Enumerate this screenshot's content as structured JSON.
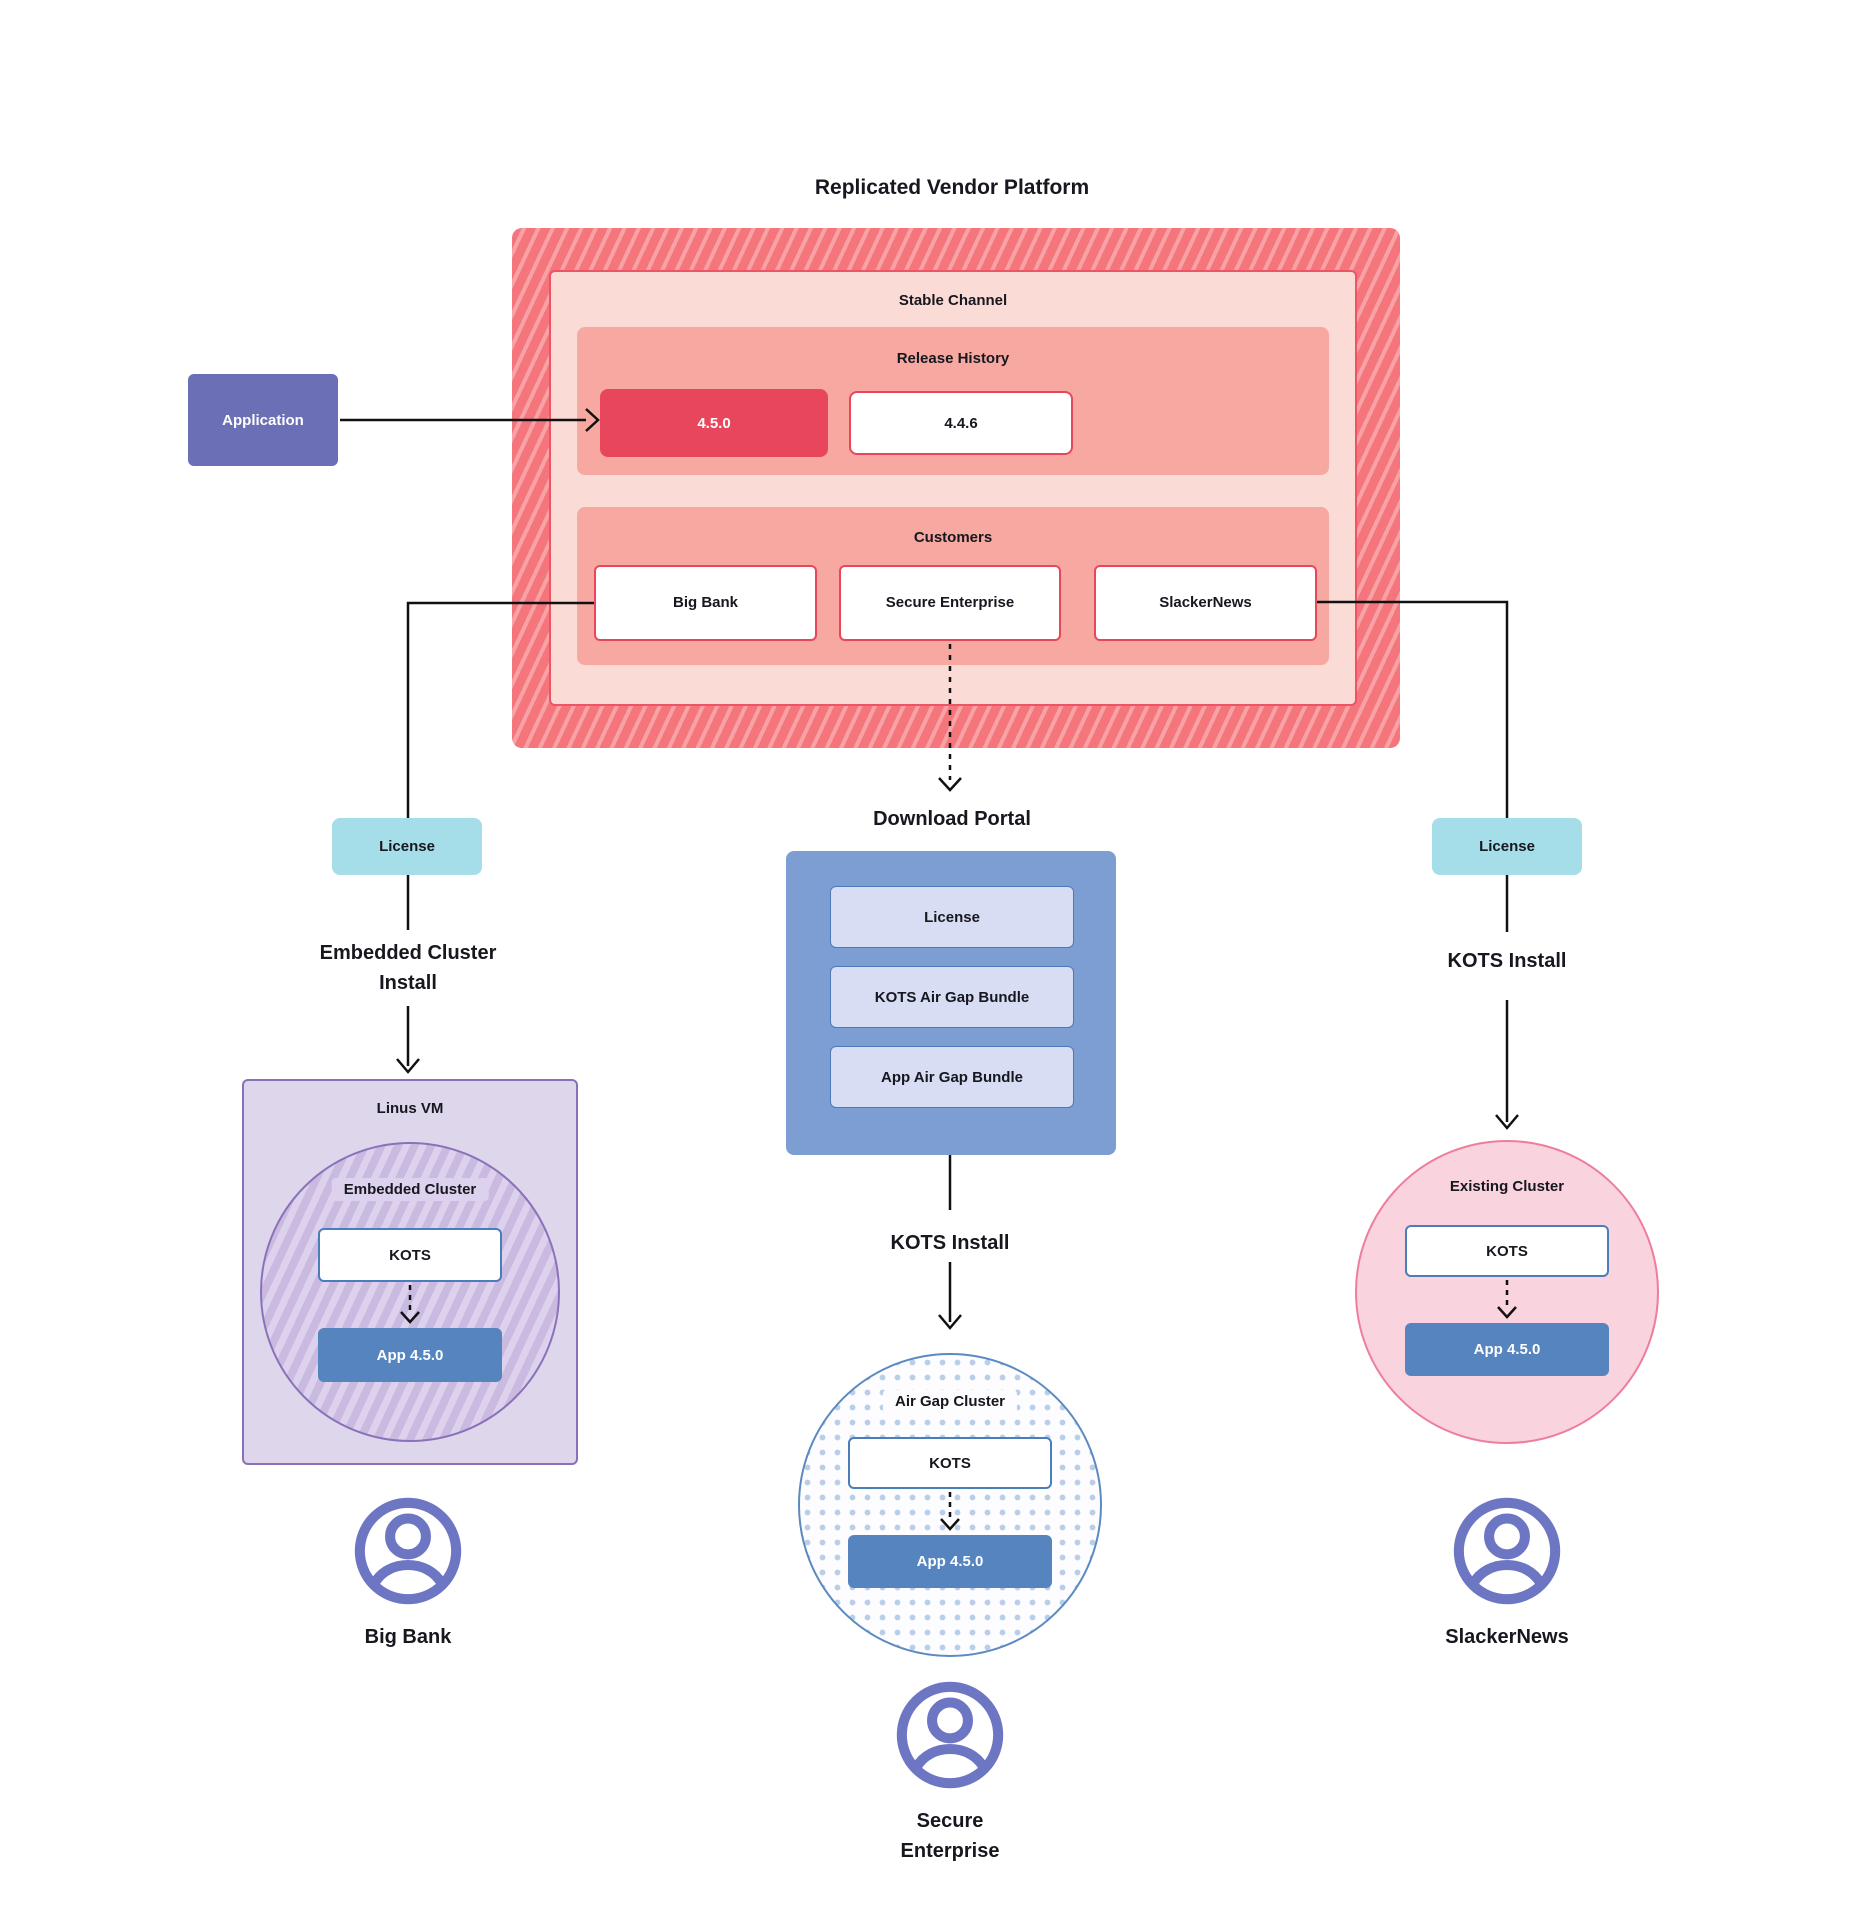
{
  "title": "Replicated Vendor Platform",
  "colors": {
    "red_accent": "#e8465d",
    "stripe_base": "#f4767c",
    "stripe_light": "#f9a2a6",
    "stable_channel_bg": "#fbdbd6",
    "section_bg": "#f6a8a1",
    "application_purple": "#6a6fb6",
    "license_teal": "#a5dde8",
    "portal_blue": "#7d9ed2",
    "portal_item_bg": "#d7ddf3",
    "kots_border_blue": "#4a7ebb",
    "app_version_blue": "#5584be",
    "vm_bg": "#ded7ec",
    "vm_border_purple": "#8a70b8",
    "pink_circle_bg": "#f9d3dd",
    "pink_circle_border": "#ee7e9d",
    "person_icon_purple": "#6d76c3",
    "connector_black": "#111111"
  },
  "application": {
    "label": "Application"
  },
  "platform": {
    "stable_channel": "Stable Channel",
    "release_history": {
      "label": "Release History",
      "releases": [
        {
          "version": "4.5.0",
          "highlighted": true
        },
        {
          "version": "4.4.6",
          "highlighted": false
        }
      ]
    },
    "customers": {
      "label": "Customers",
      "items": [
        "Big Bank",
        "Secure Enterprise",
        "SlackerNews"
      ]
    }
  },
  "left_flow": {
    "license": "License",
    "install_line1": "Embedded Cluster",
    "install_line2": "Install",
    "vm_label": "Linus VM",
    "cluster_label": "Embedded Cluster",
    "kots": "KOTS",
    "app_version": "App 4.5.0",
    "person": "Big Bank"
  },
  "center_flow": {
    "portal_title": "Download Portal",
    "portal_items": [
      "License",
      "KOTS Air Gap Bundle",
      "App Air Gap Bundle"
    ],
    "install": "KOTS Install",
    "cluster_label": "Air Gap Cluster",
    "kots": "KOTS",
    "app_version": "App 4.5.0",
    "person_line1": "Secure",
    "person_line2": "Enterprise"
  },
  "right_flow": {
    "license": "License",
    "install": "KOTS Install",
    "cluster_label": "Existing Cluster",
    "kots": "KOTS",
    "app_version": "App 4.5.0",
    "person": "SlackerNews"
  }
}
